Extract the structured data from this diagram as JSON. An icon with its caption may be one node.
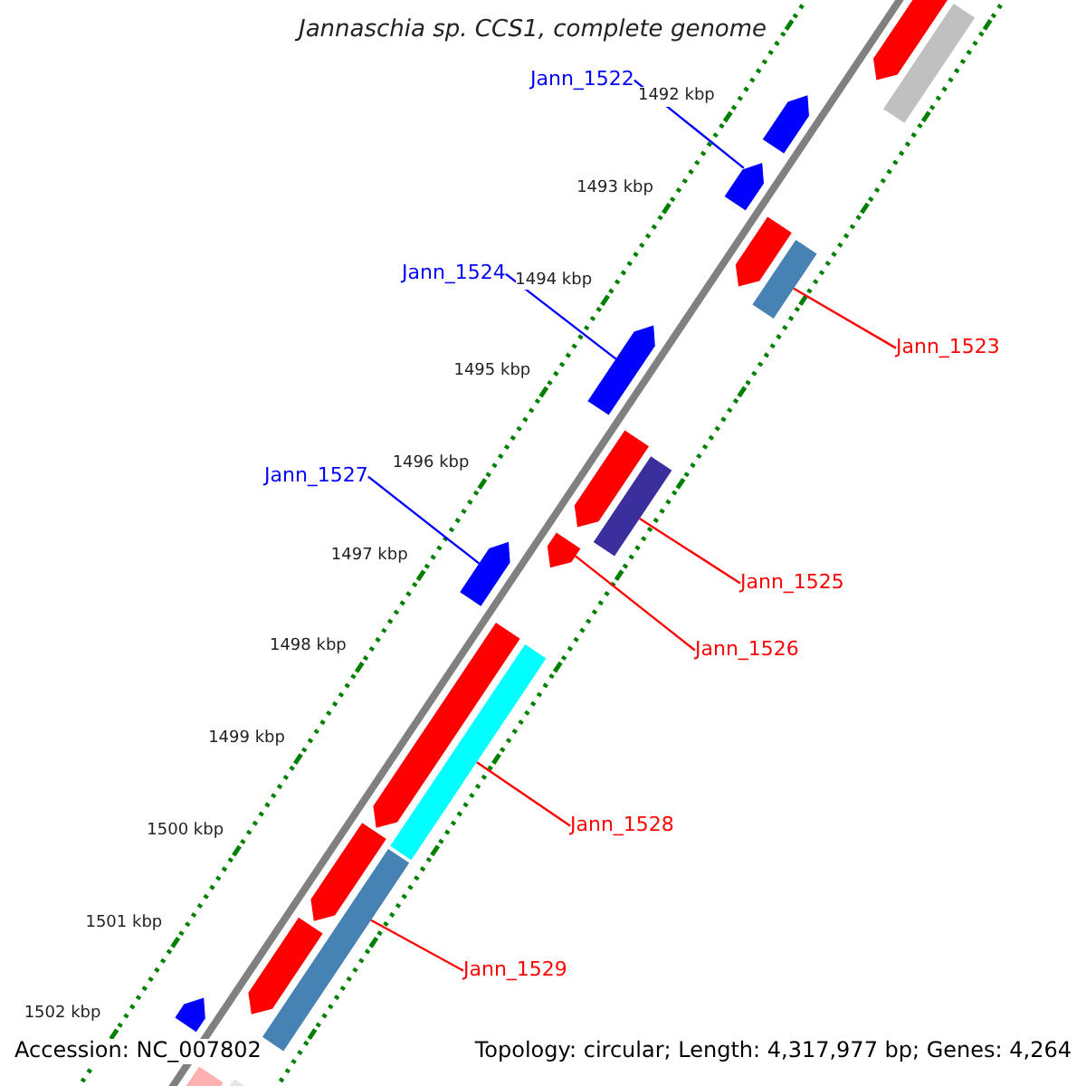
{
  "diagram": {
    "title": "Jannaschia sp. CCS1, complete genome",
    "nodes": [
      {
        "text": [
          "Jann_1522"
        ]
      },
      {
        "text": [
          "Jann_1524"
        ]
      },
      {
        "text": [
          "Jann_1523"
        ]
      },
      {
        "text": [
          "Jann_1527"
        ]
      },
      {
        "text": [
          "Jann_1525"
        ]
      },
      {
        "text": [
          "Jann_1526"
        ]
      },
      {
        "text": [
          "Jann_1528"
        ]
      },
      {
        "text": [
          "Jann_1529"
        ]
      },
      {
        "text": [],
        "shape": "pentagon"
      },
      {
        "text": [],
        "shape": "bar"
      },
      {
        "text": [],
        "shape": "pentagon"
      },
      {
        "text": [],
        "shape": "pentagon"
      },
      {
        "text": [],
        "shape": "pentagon"
      },
      {
        "text": [],
        "shape": "bar"
      },
      {
        "text": [],
        "shape": "pentagon"
      },
      {
        "text": [],
        "shape": "pentagon"
      },
      {
        "text": [],
        "shape": "bar"
      },
      {
        "text": [],
        "shape": "pentagon"
      },
      {
        "text": [],
        "shape": "pentagon"
      },
      {
        "text": [],
        "shape": "pentagon"
      },
      {
        "text": [],
        "shape": "bar"
      },
      {
        "text": [],
        "shape": "pentagon"
      },
      {
        "text": [],
        "shape": "bar"
      },
      {
        "text": [],
        "shape": "pentagon"
      },
      {
        "text": [],
        "shape": "pentagon"
      },
      {
        "text": [],
        "shape": "pentagon"
      },
      {
        "text": [],
        "shape": "bar"
      }
    ],
    "edges": [
      {
        "from": 0,
        "to": 11,
        "arrow": "none",
        "color": "#0000ff"
      },
      {
        "from": 1,
        "to": 14,
        "arrow": "none",
        "color": "#0000ff"
      },
      {
        "from": 2,
        "to": 13,
        "arrow": "none"
      },
      {
        "from": 3,
        "to": 18,
        "arrow": "none",
        "color": "#0000ff"
      },
      {
        "from": 4,
        "to": 16,
        "arrow": "none"
      },
      {
        "from": 5,
        "to": 17,
        "arrow": "none"
      },
      {
        "from": 6,
        "to": 20,
        "arrow": "none"
      },
      {
        "from": 7,
        "to": 22,
        "arrow": "none"
      }
    ],
    "labels": [
      "1492 kbp",
      "1493 kbp",
      "1494 kbp",
      "1495 kbp",
      "1496 kbp",
      "1497 kbp",
      "1498 kbp",
      "1499 kbp",
      "1500 kbp",
      "1501 kbp",
      "1502 kbp",
      "Accession: NC_007802",
      "Topology: circular; Length: 4,317,977 bp; Genes: 4,264"
    ]
  }
}
